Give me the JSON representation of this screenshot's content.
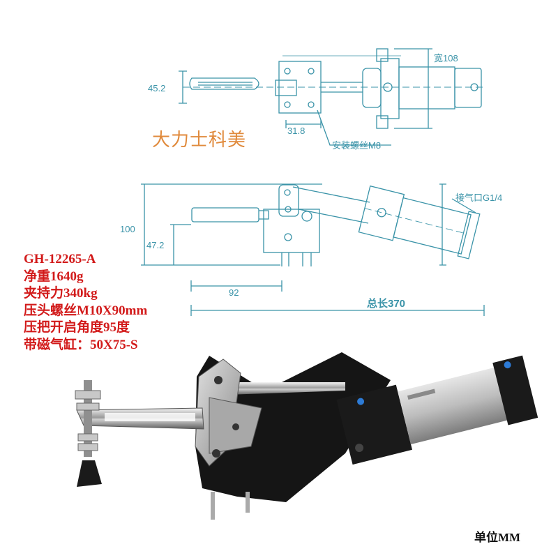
{
  "brand": "大力士科美",
  "top_view": {
    "dim_width": "宽108",
    "dim_height": "45.2",
    "dim_mount_spacing": "31.8",
    "mount_screw_label": "安装螺丝M8"
  },
  "side_view": {
    "dim_height_total": "100",
    "dim_height_arm": "47.2",
    "dim_arm_length": "92",
    "dim_total_length": "总长370",
    "air_port_label": "接气口G1/4"
  },
  "specs": [
    "GH-12265-A",
    "净重1640g",
    "夹持力340kg",
    "压头螺丝M10X90mm",
    "压把开启角度95度",
    "带磁气缸：50X75-S"
  ],
  "unit_label": "单位MM",
  "colors": {
    "drawing": "#3a93a8",
    "specs": "#d21a1a",
    "brand": "#e08a3c"
  }
}
